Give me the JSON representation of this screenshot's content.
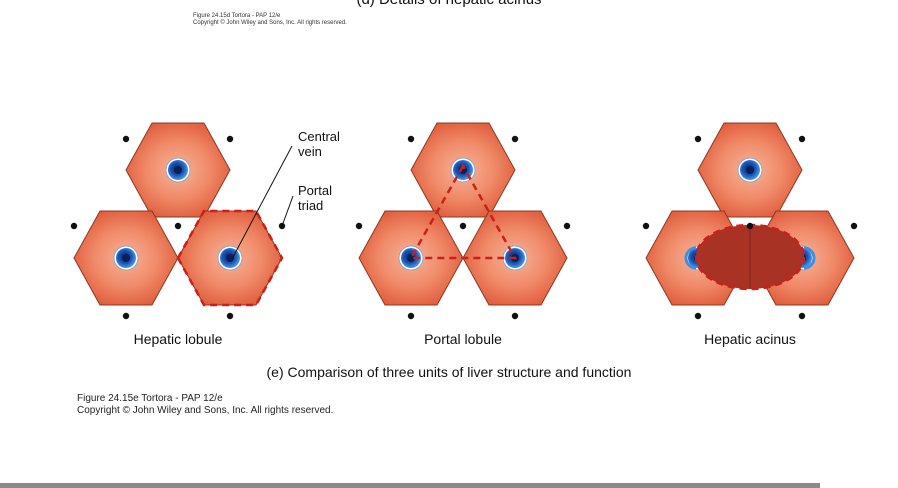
{
  "header": {
    "title": "(d) Details of hepatic acinus",
    "credit_line1": "Figure 24.15d  Tortora - PAP 12/e",
    "credit_line2": "Copyright © John Wiley and Sons, Inc. All rights reserved."
  },
  "callouts": {
    "central_vein_line1": "Central",
    "central_vein_line2": "vein",
    "portal_triad_line1": "Portal",
    "portal_triad_line2": "triad"
  },
  "labels": {
    "hepatic_lobule": "Hepatic lobule",
    "portal_lobule": "Portal lobule",
    "hepatic_acinus": "Hepatic acinus"
  },
  "caption": "(e) Comparison of three units of liver structure and function",
  "footer": {
    "credit_line1": "Figure 24.15e  Tortora - PAP 12/e",
    "credit_line2": "Copyright © John Wiley and Sons, Inc. All rights reserved."
  },
  "colors": {
    "lobule_center": "#f4a98e",
    "lobule_edge": "#e06040",
    "outline": "#7a2a1a",
    "highlight_dash": "#cc1f1a",
    "acinus_fill": "#a83224",
    "vein_dark": "#0b2f78",
    "vein_light": "#3f8fe0"
  }
}
